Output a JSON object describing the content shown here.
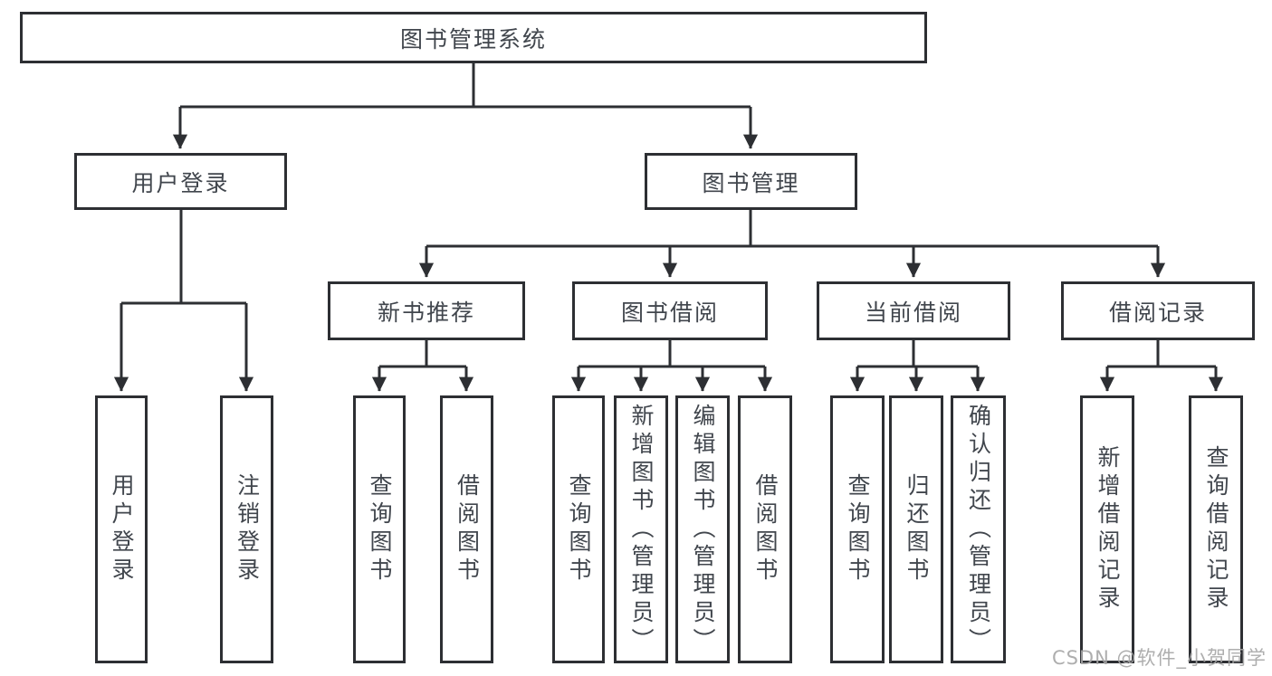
{
  "watermark": "CSDN @软件_小贺同学",
  "colors": {
    "line": "#2d2f33",
    "box_border": "#2d2f33",
    "text": "#41464d",
    "background": "#ffffff",
    "watermark": "#a5a5a5"
  },
  "tree": {
    "root": {
      "label": "图书管理系统"
    },
    "branches": [
      {
        "label": "用户登录",
        "children": [
          {
            "label": "用户登录"
          },
          {
            "label": "注销登录"
          }
        ]
      },
      {
        "label": "图书管理",
        "children": [
          {
            "label": "新书推荐",
            "children": [
              {
                "label": "查询图书"
              },
              {
                "label": "借阅图书"
              }
            ]
          },
          {
            "label": "图书借阅",
            "children": [
              {
                "label": "查询图书"
              },
              {
                "label": "新增图书（管理员）"
              },
              {
                "label": "编辑图书（管理员）"
              },
              {
                "label": "借阅图书"
              }
            ]
          },
          {
            "label": "当前借阅",
            "children": [
              {
                "label": "查询图书"
              },
              {
                "label": "归还图书"
              },
              {
                "label": "确认归还（管理员）"
              }
            ]
          },
          {
            "label": "借阅记录",
            "children": [
              {
                "label": "新增借阅记录"
              },
              {
                "label": "查询借阅记录"
              }
            ]
          }
        ]
      }
    ]
  }
}
